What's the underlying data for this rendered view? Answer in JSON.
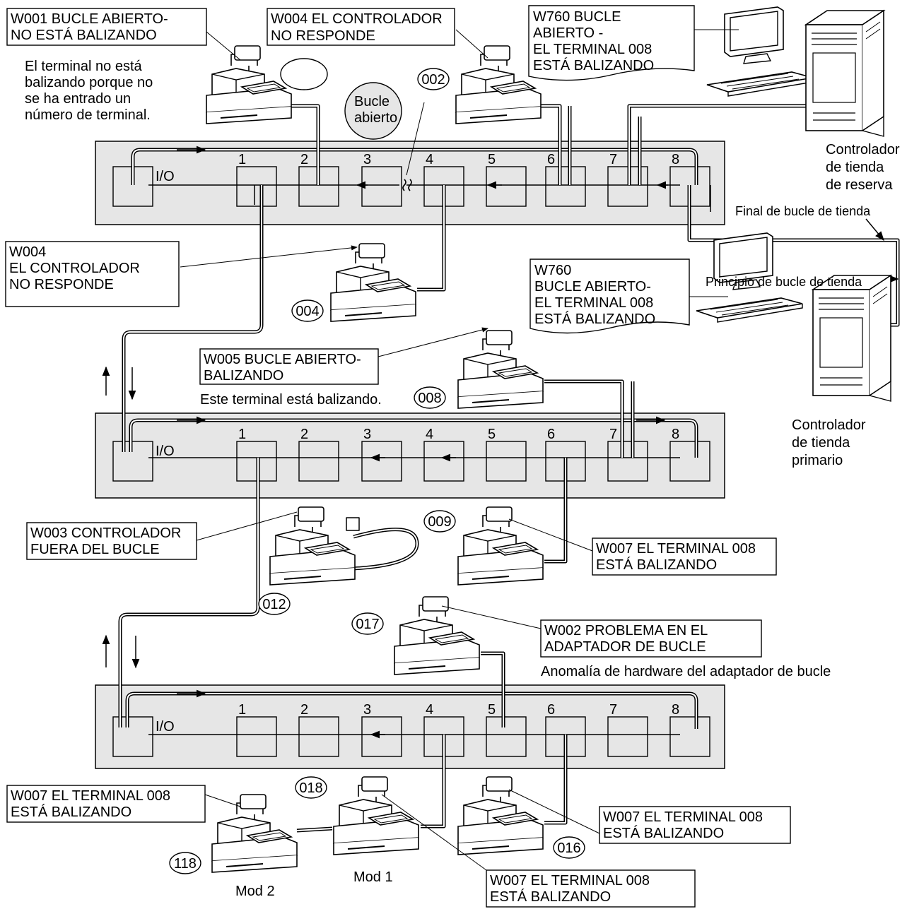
{
  "port_labels": {
    "io": "I/O",
    "ports": [
      "1",
      "2",
      "3",
      "4",
      "5",
      "6",
      "7",
      "8"
    ]
  },
  "callouts": {
    "w001": [
      "W001 BUCLE ABIERTO-",
      "NO ESTÁ BALIZANDO"
    ],
    "w004_top": [
      "W004 EL CONTROLADOR",
      "NO RESPONDE"
    ],
    "w760_top": [
      "W760 BUCLE",
      "ABIERTO -",
      "EL TERMINAL 008",
      "ESTÁ BALIZANDO"
    ],
    "w004_left": [
      "W004",
      "EL CONTROLADOR",
      "NO RESPONDE"
    ],
    "w760_mid": [
      "W760",
      "BUCLE ABIERTO-",
      "EL TERMINAL 008",
      "ESTÁ BALIZANDO"
    ],
    "w005": [
      "W005 BUCLE ABIERTO-",
      "BALIZANDO"
    ],
    "w003": [
      "W003 CONTROLADOR",
      "FUERA DEL BUCLE"
    ],
    "w007_009": [
      "W007 EL TERMINAL 008",
      "ESTÁ BALIZANDO"
    ],
    "w002": [
      "W002 PROBLEMA EN EL",
      "ADAPTADOR DE BUCLE"
    ],
    "w007_bl": [
      "W007 EL TERMINAL 008",
      "ESTÁ BALIZANDO"
    ],
    "w007_016": [
      "W007 EL TERMINAL 008",
      "ESTÁ BALIZANDO"
    ],
    "w007_bottom": [
      "W007 EL TERMINAL 008",
      "ESTÁ BALIZANDO"
    ]
  },
  "notes": {
    "no_beacon": [
      "El terminal no está",
      "balizando porque no",
      "se ha entrado un",
      "número de terminal."
    ],
    "bucle_abierto": [
      "Bucle",
      "abierto"
    ],
    "beaconing": "Este terminal está balizando.",
    "adapter_fault": "Anomalía de hardware del adaptador de bucle",
    "loop_end": "Final de bucle de tienda",
    "loop_start": "Principio de bucle de tienda",
    "backup_controller": [
      "Controlador",
      "de tienda",
      "de reserva"
    ],
    "primary_controller": [
      "Controlador",
      "de tienda",
      "primario"
    ]
  },
  "terminals": {
    "t002": "002",
    "t004": "004",
    "t008": "008",
    "t009": "009",
    "t012": "012",
    "t017": "017",
    "t018": "018",
    "t016": "016",
    "t118": "118"
  },
  "mods": {
    "mod1": "Mod 1",
    "mod2": "Mod 2"
  },
  "colors": {
    "panel": "#e6e6e6",
    "line": "#000000",
    "background": "#ffffff"
  }
}
